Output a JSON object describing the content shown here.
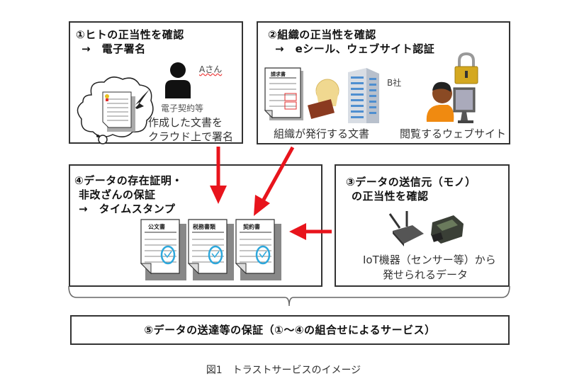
{
  "box1": {
    "title_line1": "①ヒトの正当性を確認",
    "title_line2": "→　電子署名",
    "person_label": "Aさん",
    "doc_label": "電子契約等",
    "caption_line1": "作成した文書を",
    "caption_line2": "クラウド上で署名"
  },
  "box2": {
    "title_line1": "②組織の正当性を確認",
    "title_line2": "→　eシール、ウェブサイト認証",
    "company_label": "B社",
    "invoice_label": "請求書",
    "caption_left": "組織が発行する文書",
    "caption_right": "閲覧するウェブサイト"
  },
  "box3": {
    "title_line1": "③データの送信元（モノ）",
    "title_line2": "の正当性を確認",
    "caption_line1": "IoT機器（センサー等）から",
    "caption_line2": "発せられるデータ"
  },
  "box4": {
    "title_line1": "④データの存在証明・",
    "title_line2": "非改ざんの保証",
    "title_line3": "→　タイムスタンプ",
    "docs": [
      "公文書",
      "税務書類",
      "契約書"
    ]
  },
  "box5": {
    "title": "⑤データの送達等の保証（①～④の組合せによるサービス）"
  },
  "figure_caption": "図1　トラストサービスのイメージ",
  "colors": {
    "arrow": "#e8141c",
    "stamp_circle": "#2ea8dc",
    "border": "#333333"
  }
}
